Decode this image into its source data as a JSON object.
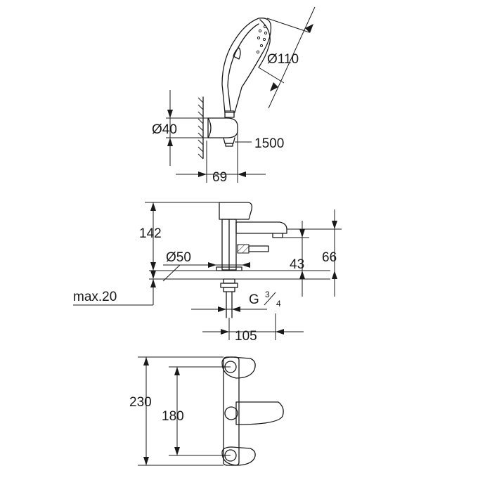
{
  "dimensions": {
    "handshower_diameter": "Ø110",
    "holder_diameter": "Ø40",
    "hose_length": "1500",
    "holder_projection": "69",
    "mixer_height": "142",
    "base_diameter": "Ø50",
    "spout_outlet_height": "43",
    "spout_top_height": "66",
    "max_deck_thickness": "max.20",
    "thread_label": "G",
    "thread_num": "3",
    "thread_den": "4",
    "spout_reach": "105",
    "total_width": "230",
    "inlet_spacing": "180"
  }
}
